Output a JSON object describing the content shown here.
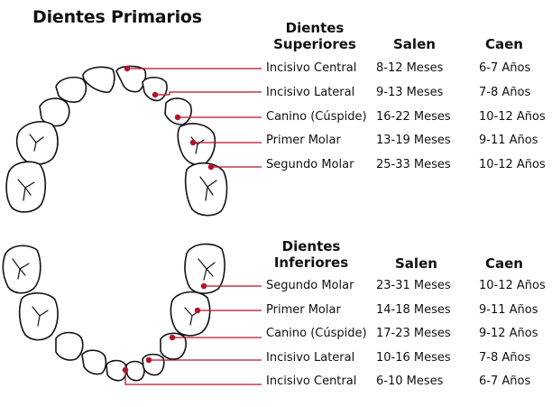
{
  "title": "Dientes Primarios",
  "upper": {
    "header": [
      "Dientes",
      "Superiores"
    ],
    "col_salen": "Salen",
    "col_caen": "Caen",
    "rows": [
      {
        "name": "Incisivo Central",
        "salen": "8-12 Meses",
        "caen": "6-7 Años"
      },
      {
        "name": "Incisivo Lateral",
        "salen": "9-13 Meses",
        "caen": "7-8 Años"
      },
      {
        "name": "Canino (Cúspide)",
        "salen": "16-22 Meses",
        "caen": "10-12 Años"
      },
      {
        "name": "Primer Molar",
        "salen": "13-19 Meses",
        "caen": "9-11 Años"
      },
      {
        "name": "Segundo Molar",
        "salen": "25-33 Meses",
        "caen": "10-12 Años"
      }
    ]
  },
  "lower": {
    "header": [
      "Dientes",
      "Inferiores"
    ],
    "col_salen": "Salen",
    "col_caen": "Caen",
    "rows": [
      {
        "name": "Segundo Molar",
        "salen": "23-31 Meses",
        "caen": "10-12 Años"
      },
      {
        "name": "Primer Molar",
        "salen": "14-18 Meses",
        "caen": "9-11 Años"
      },
      {
        "name": "Canino (Cúspide)",
        "salen": "17-23 Meses",
        "caen": "9-12 Años"
      },
      {
        "name": "Incisivo Lateral",
        "salen": "10-16 Meses",
        "caen": "7-8 Años"
      },
      {
        "name": "Incisivo Central",
        "salen": "6-10 Meses",
        "caen": "6-7 Años"
      }
    ]
  },
  "colors": {
    "leader_line": "#b5122b",
    "tooth_outline": "#111111"
  }
}
